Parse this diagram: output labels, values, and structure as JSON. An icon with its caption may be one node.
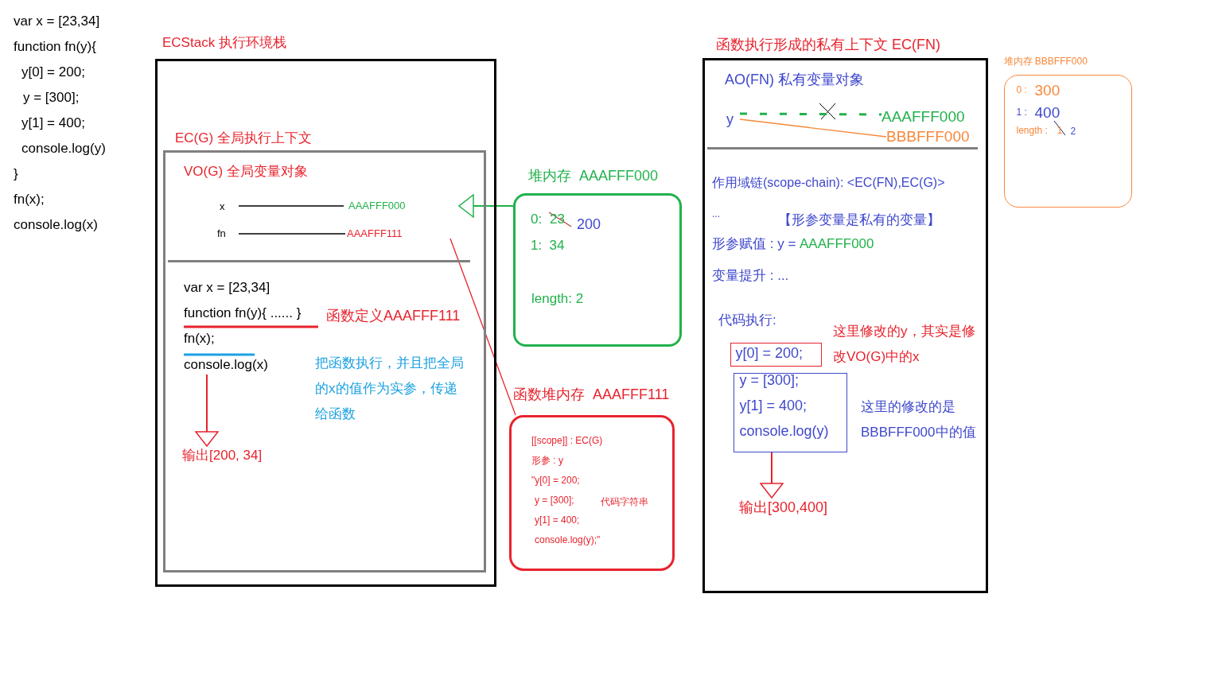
{
  "diagram": {
    "nodes": [
      {
        "text": [
          "ECStack 执行环境栈"
        ]
      },
      {
        "text": [
          "EC(G) 全局执行上下文"
        ],
        "in": 0
      },
      {
        "text": [
          "VO(G) 全局变量对象"
        ],
        "in": 1
      },
      {
        "text": [
          "x"
        ],
        "in": 2
      },
      {
        "text": [
          "AAAFFF000"
        ],
        "in": 2
      },
      {
        "text": [
          "fn"
        ],
        "in": 2
      },
      {
        "text": [
          "AAAFFF111"
        ],
        "in": 2
      },
      {
        "text": [
          "console.log(x)"
        ],
        "in": 1
      },
      {
        "text": [
          "输出[200, 34]"
        ],
        "in": 1
      },
      {
        "text": [
          "堆内存  AAAFFF000",
          "0:",
          "23",
          "200",
          "1:  34",
          "length: 2"
        ]
      },
      {
        "text": [
          "函数堆内存  AAAFFF111",
          "[[scope]] : EC(G)",
          "形参 : y",
          "\"y[0] = 200;",
          "y = [300];",
          "代码字符串",
          "y[1] = 400;",
          "console.log(y);\""
        ]
      },
      {
        "text": [
          "函数执行形成的私有上下文 EC(FN)"
        ]
      },
      {
        "text": [
          "AO(FN) 私有变量对象"
        ],
        "in": 11
      },
      {
        "text": [
          "y"
        ],
        "in": 12
      },
      {
        "text": [
          "AAAFFF000"
        ],
        "in": 12
      },
      {
        "text": [
          "BBBFFF000"
        ],
        "in": 12
      },
      {
        "text": [
          "y[0] = 200;"
        ],
        "in": 11
      },
      {
        "text": [
          "y = [300];",
          "y[1] = 400;",
          "console.log(y)"
        ],
        "in": 11
      },
      {
        "text": [
          "输出[300,400]"
        ],
        "in": 11
      },
      {
        "text": [
          "堆内存 BBBFFF000",
          "0 :",
          "300",
          "1 :",
          "400",
          "length :",
          "1",
          "2"
        ]
      }
    ],
    "edges": [
      {
        "from": 3,
        "to": 4,
        "arrow": "none",
        "color": "#000000"
      },
      {
        "from": 5,
        "to": 6,
        "arrow": "none",
        "color": "#000000"
      },
      {
        "from": 9,
        "to": 4,
        "arrow": "to",
        "color": "#22b14c"
      },
      {
        "from": 6,
        "to": 10,
        "arrow": "none",
        "color": "#e8232d"
      },
      {
        "from": 7,
        "to": 8,
        "arrow": "to",
        "color": "#e8232d"
      },
      {
        "from": 13,
        "to": 14,
        "arrow": "none",
        "style": "dashed",
        "color": "#22b14c"
      },
      {
        "from": 13,
        "to": 15,
        "arrow": "none",
        "color": "#f7883a"
      },
      {
        "from": 17,
        "to": 18,
        "arrow": "to",
        "color": "#e8232d"
      }
    ],
    "labels": [
      "var x = [23,34]",
      "function fn(y){",
      "y[0] = 200;",
      "y = [300];",
      "y[1] = 400;",
      "console.log(y)",
      "}",
      "fn(x);",
      "console.log(x)",
      "var x = [23,34]",
      "function fn(y){ ...... }",
      "fn(x);",
      "函数定义AAAFFF111",
      "把函数执行，并且把全局的x的值作为实参，传递给函数",
      "作用域链(scope-chain): <EC(FN),EC(G)>",
      "...",
      "【形参变量是私有的变量】",
      "形参赋值 : y =",
      "AAAFFF000",
      "变量提升 : ...",
      "代码执行:",
      "这里修改的y，其实是修改VO(G)中的x",
      "这里的修改的是BBBFFF000中的值"
    ]
  }
}
